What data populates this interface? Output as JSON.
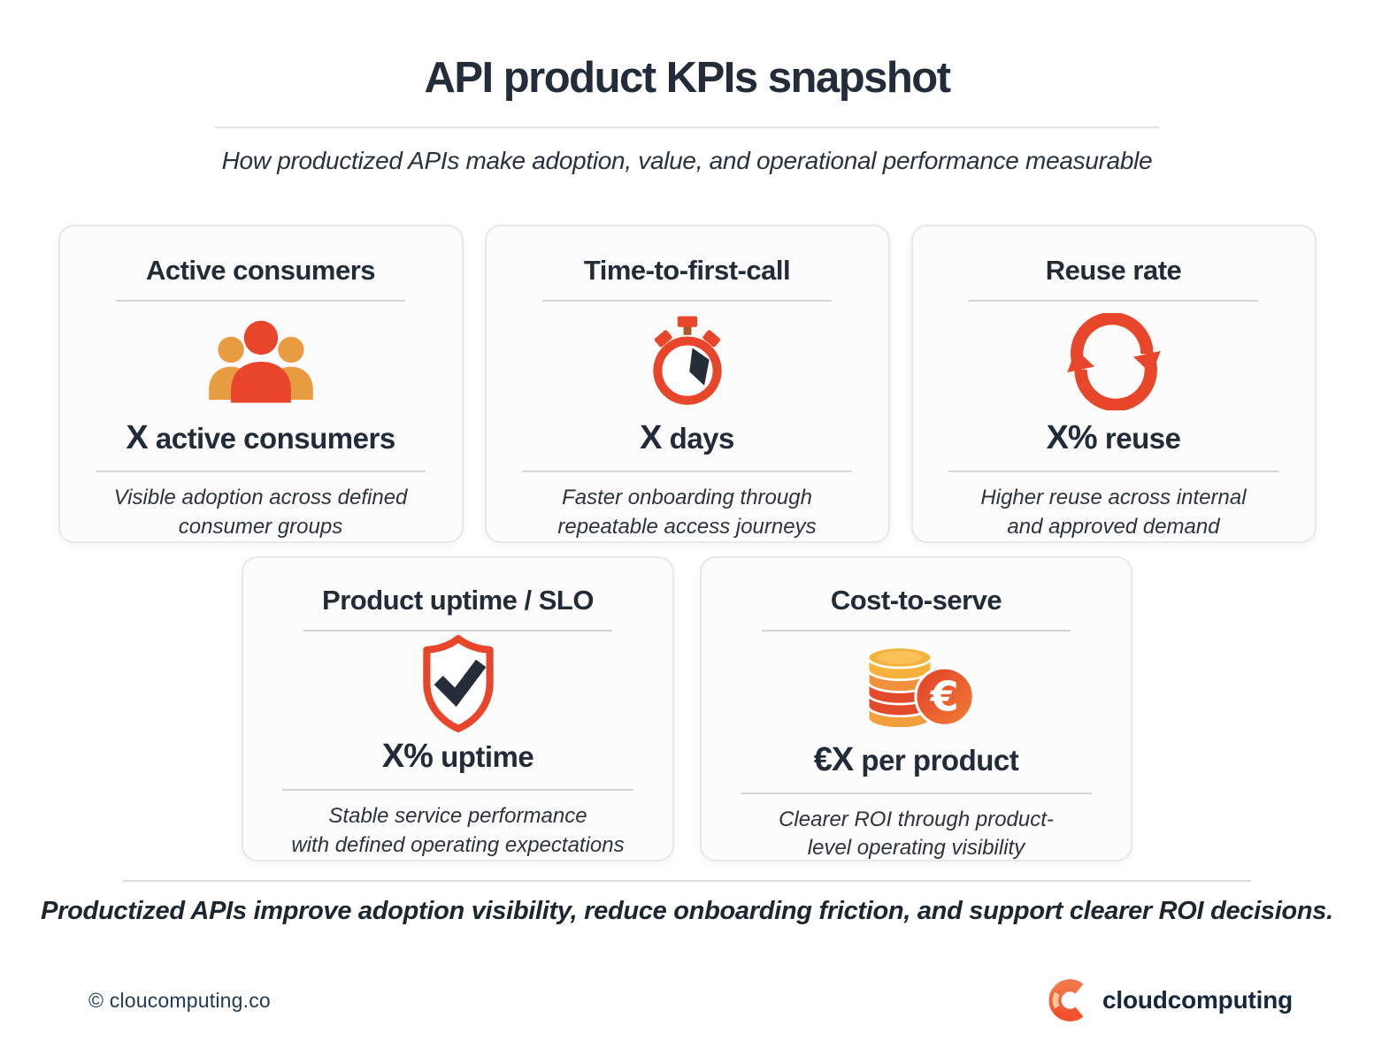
{
  "header": {
    "title": "API product KPIs snapshot",
    "subtitle": "How productized APIs make adoption, value, and operational performance measurable"
  },
  "cards": [
    {
      "title": "Active consumers",
      "icon": "people-icon",
      "metric_value": "X",
      "metric_label": "active consumers",
      "desc_line1": "Visible adoption across defined",
      "desc_line2": "consumer groups"
    },
    {
      "title": "Time-to-first-call",
      "icon": "stopwatch-icon",
      "metric_value": "X",
      "metric_label": "days",
      "desc_line1": "Faster onboarding through",
      "desc_line2": "repeatable access journeys"
    },
    {
      "title": "Reuse rate",
      "icon": "cycle-arrows-icon",
      "metric_value": "X%",
      "metric_label": "reuse",
      "desc_line1": "Higher reuse across internal",
      "desc_line2": "and approved demand"
    },
    {
      "title": "Product uptime / SLO",
      "icon": "shield-check-icon",
      "metric_value": "X%",
      "metric_label": "uptime",
      "desc_line1": "Stable service performance",
      "desc_line2": "with defined operating expectations"
    },
    {
      "title": "Cost-to-serve",
      "icon": "euro-coins-icon",
      "metric_value": "€X",
      "metric_label": "per product",
      "euro_symbol": "€",
      "desc_line1": "Clearer ROI through product-",
      "desc_line2": "level operating visibility"
    }
  ],
  "footer": {
    "summary": "Productized APIs improve adoption visibility, reduce onboarding friction, and support clearer ROI decisions.",
    "copyright": "© cloucomputing.co",
    "brand": "cloudcomputing"
  },
  "colors": {
    "accent_red": "#e8462b",
    "accent_orange": "#e99b41",
    "coin_yellow": "#f3a82e",
    "text_navy": "#222b38",
    "logo_orange": "#f15c30",
    "card_border": "#e7e7ec",
    "divider": "#d7d7db"
  }
}
